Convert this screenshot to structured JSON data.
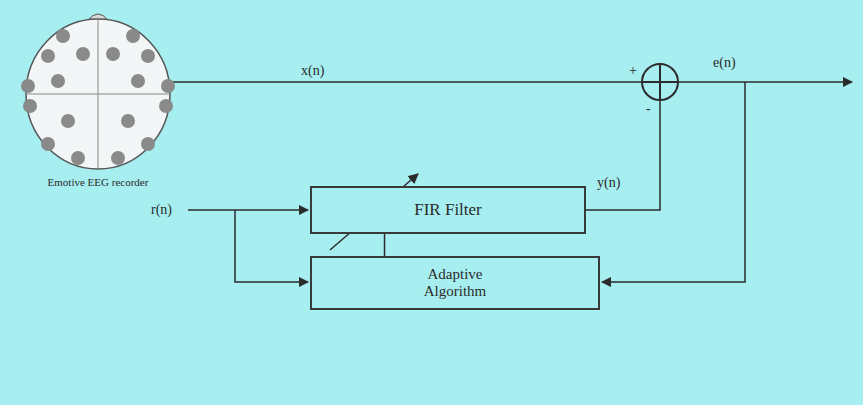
{
  "diagram": {
    "nodes": [
      {
        "text": [
          "Emotive EEG recorder"
        ]
      },
      {
        "text": [
          "FIR Filter"
        ]
      },
      {
        "text": [
          "Adaptive Algorithm"
        ]
      }
    ],
    "edges": [
      {
        "from": 1,
        "to": 2,
        "arrow": "none"
      }
    ],
    "labels": [
      "x(n)",
      "e(n)",
      "+",
      "-",
      "y(n)",
      "r(n)"
    ]
  }
}
